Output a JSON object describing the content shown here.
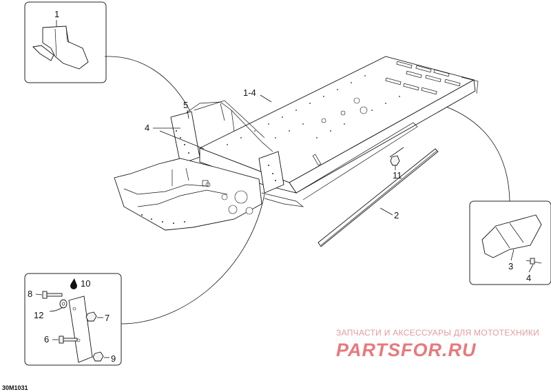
{
  "diagram": {
    "id": "30M1031",
    "callouts": {
      "c1": "1",
      "c1_4": "1-4",
      "c2": "2",
      "c3": "3",
      "c4_box": "4",
      "c4_main": "4",
      "c5": "5",
      "c6": "6",
      "c7": "7",
      "c8": "8",
      "c9": "9",
      "c10": "10",
      "c11": "11",
      "c12": "12"
    }
  },
  "watermark": {
    "tagline": "ЗАПЧАСТИ И АКСЕССУАРЫ ДЛЯ МОТОТЕХНИКИ",
    "logo": "PARTSFOR.RU"
  },
  "colors": {
    "line": "#111111",
    "watermark": "#e8797c"
  },
  "icons": {
    "oil_drop": "drop-icon"
  }
}
